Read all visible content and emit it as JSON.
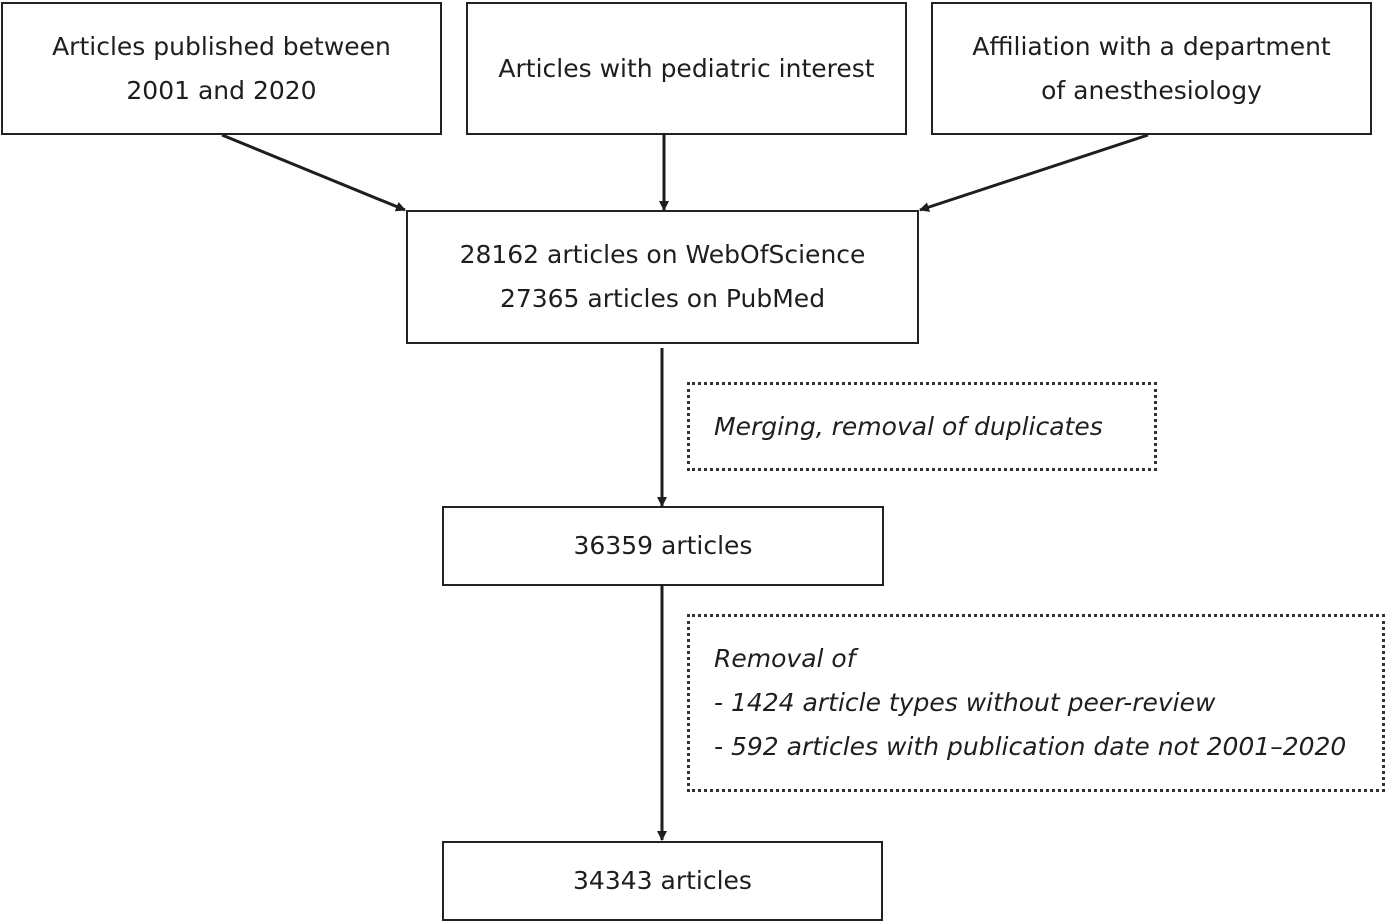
{
  "diagram": {
    "criteria": [
      {
        "lines": [
          "Articles published between",
          "2001 and 2020"
        ]
      },
      {
        "lines": [
          "Articles with pediatric interest"
        ]
      },
      {
        "lines": [
          "Affiliation with a department",
          "of anesthesiology"
        ]
      }
    ],
    "search_results": {
      "lines": [
        "28162 articles on WebOfScience",
        "27365 articles on PubMed"
      ]
    },
    "merge_note": {
      "lines": [
        "Merging, removal of duplicates"
      ]
    },
    "merged_count": {
      "lines": [
        "36359 articles"
      ]
    },
    "removal_note": {
      "lines": [
        "Removal of",
        "- 1424 article types without peer-review",
        "- 592 articles with publication date not 2001–2020"
      ]
    },
    "final_count": {
      "lines": [
        "34343 articles"
      ]
    }
  }
}
